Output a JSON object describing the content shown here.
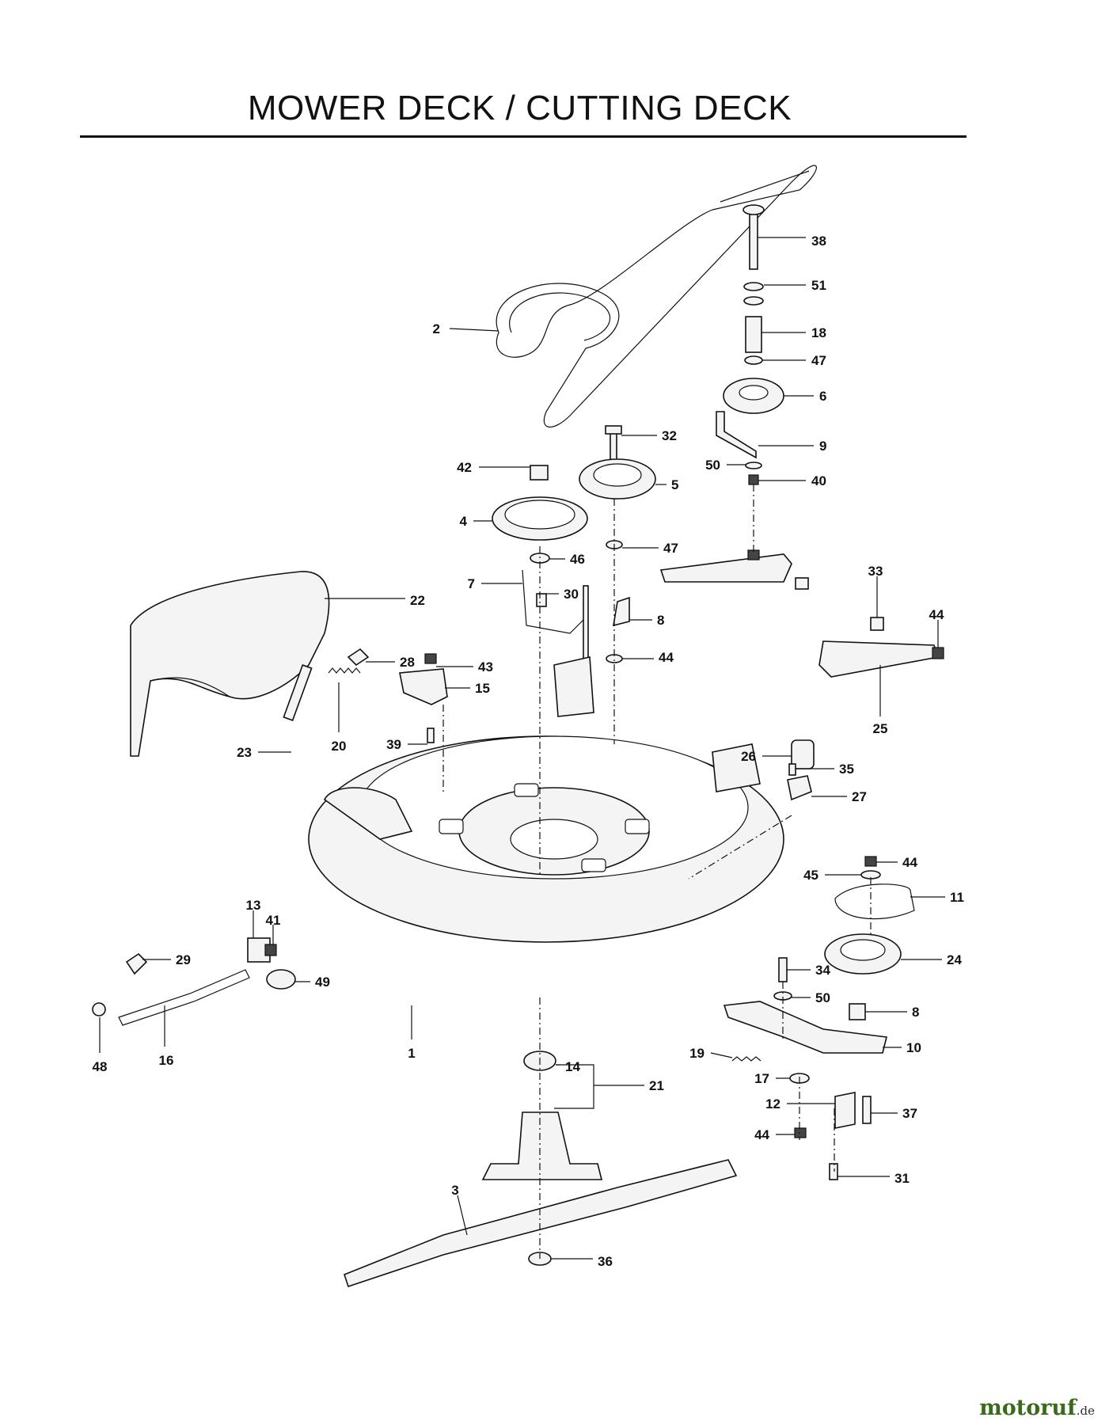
{
  "title": "MOWER DECK / CUTTING DECK",
  "watermark": {
    "name": "motoruf",
    "tld": ".de"
  },
  "callouts": [
    {
      "id": "c2",
      "label": "2"
    },
    {
      "id": "c38",
      "label": "38"
    },
    {
      "id": "c51",
      "label": "51"
    },
    {
      "id": "c18",
      "label": "18"
    },
    {
      "id": "c47a",
      "label": "47"
    },
    {
      "id": "c6",
      "label": "6"
    },
    {
      "id": "c9",
      "label": "9"
    },
    {
      "id": "c50a",
      "label": "50"
    },
    {
      "id": "c40",
      "label": "40"
    },
    {
      "id": "c32",
      "label": "32"
    },
    {
      "id": "c42",
      "label": "42"
    },
    {
      "id": "c5",
      "label": "5"
    },
    {
      "id": "c4",
      "label": "4"
    },
    {
      "id": "c46",
      "label": "46"
    },
    {
      "id": "c47b",
      "label": "47"
    },
    {
      "id": "c7",
      "label": "7"
    },
    {
      "id": "c30",
      "label": "30"
    },
    {
      "id": "c22",
      "label": "22"
    },
    {
      "id": "c8a",
      "label": "8"
    },
    {
      "id": "c33",
      "label": "33"
    },
    {
      "id": "c44a",
      "label": "44"
    },
    {
      "id": "c28",
      "label": "28"
    },
    {
      "id": "c43",
      "label": "43"
    },
    {
      "id": "c44b",
      "label": "44"
    },
    {
      "id": "c15",
      "label": "15"
    },
    {
      "id": "c25",
      "label": "25"
    },
    {
      "id": "c23",
      "label": "23"
    },
    {
      "id": "c20",
      "label": "20"
    },
    {
      "id": "c39",
      "label": "39"
    },
    {
      "id": "c26",
      "label": "26"
    },
    {
      "id": "c35",
      "label": "35"
    },
    {
      "id": "c27",
      "label": "27"
    },
    {
      "id": "c44c",
      "label": "44"
    },
    {
      "id": "c45",
      "label": "45"
    },
    {
      "id": "c11",
      "label": "11"
    },
    {
      "id": "c13",
      "label": "13"
    },
    {
      "id": "c41",
      "label": "41"
    },
    {
      "id": "c29",
      "label": "29"
    },
    {
      "id": "c49",
      "label": "49"
    },
    {
      "id": "c24",
      "label": "24"
    },
    {
      "id": "c34",
      "label": "34"
    },
    {
      "id": "c50b",
      "label": "50"
    },
    {
      "id": "c8b",
      "label": "8"
    },
    {
      "id": "c48",
      "label": "48"
    },
    {
      "id": "c16",
      "label": "16"
    },
    {
      "id": "c1",
      "label": "1"
    },
    {
      "id": "c10",
      "label": "10"
    },
    {
      "id": "c19",
      "label": "19"
    },
    {
      "id": "c14",
      "label": "14"
    },
    {
      "id": "c21",
      "label": "21"
    },
    {
      "id": "c17",
      "label": "17"
    },
    {
      "id": "c12",
      "label": "12"
    },
    {
      "id": "c37",
      "label": "37"
    },
    {
      "id": "c44d",
      "label": "44"
    },
    {
      "id": "c3",
      "label": "3"
    },
    {
      "id": "c31",
      "label": "31"
    },
    {
      "id": "c36",
      "label": "36"
    }
  ]
}
